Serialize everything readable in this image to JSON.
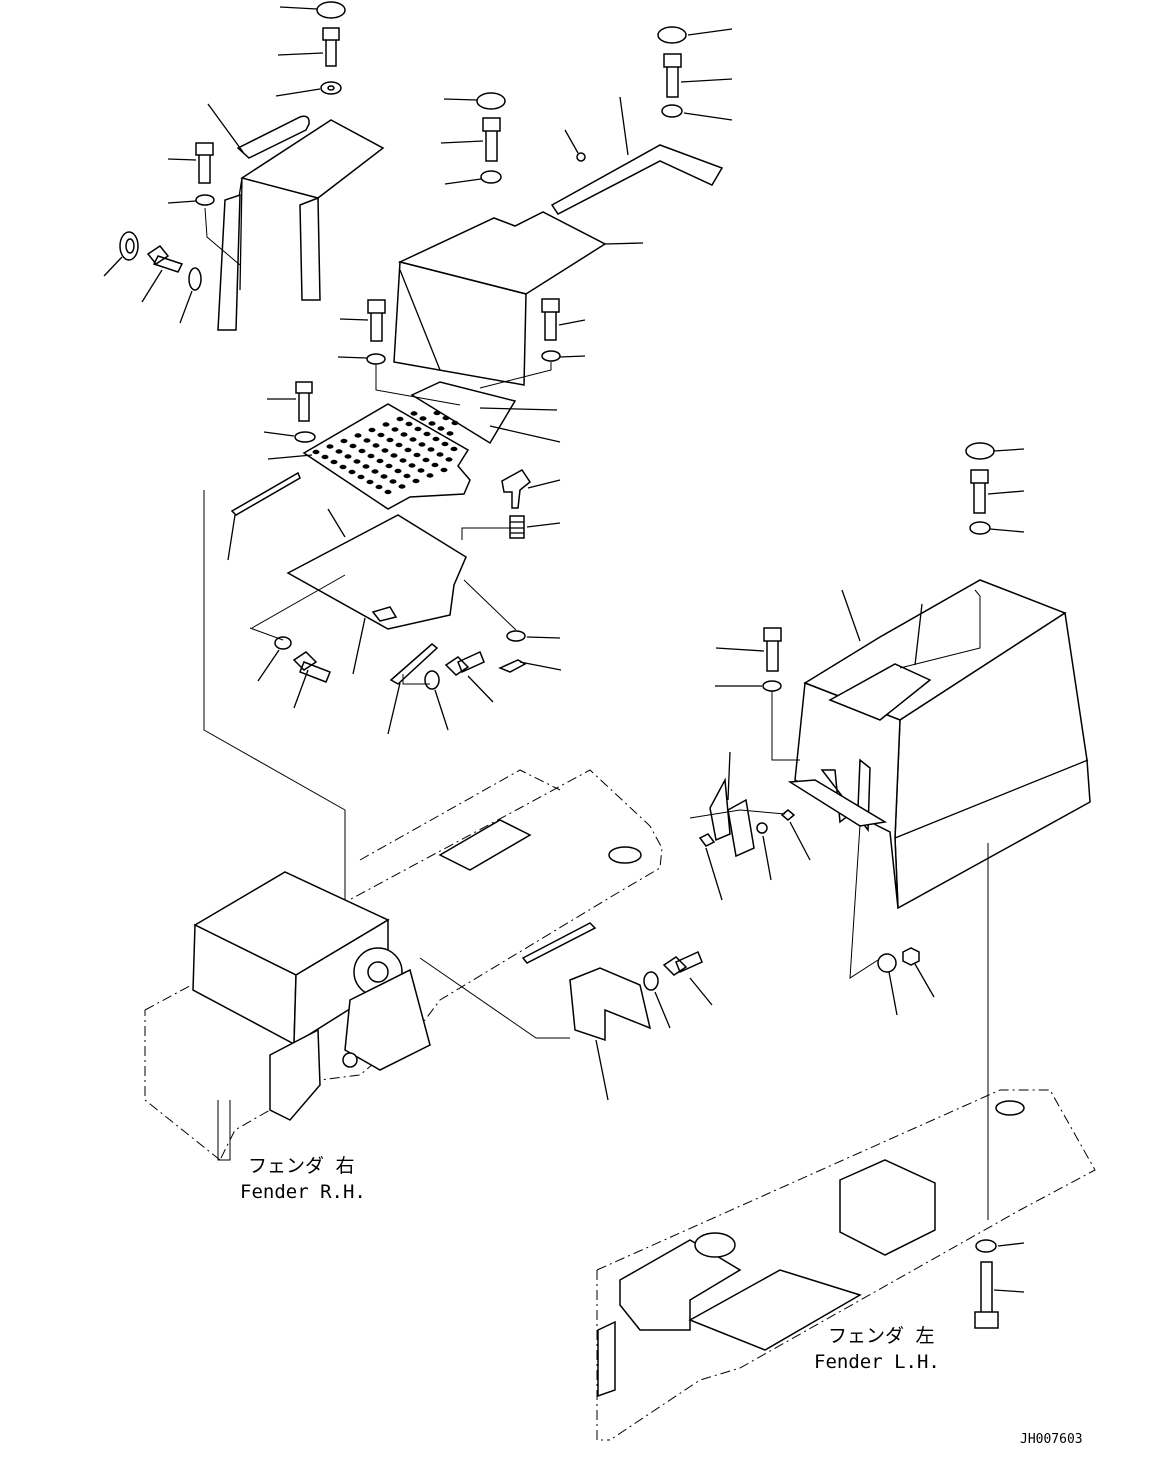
{
  "labels": {
    "fender_rh_jp": "フェンダ 右",
    "fender_rh_en": "Fender R.H.",
    "fender_lh_jp": "フェンダ 左",
    "fender_lh_en": "Fender L.H.",
    "drawing_code": "JH007603"
  }
}
